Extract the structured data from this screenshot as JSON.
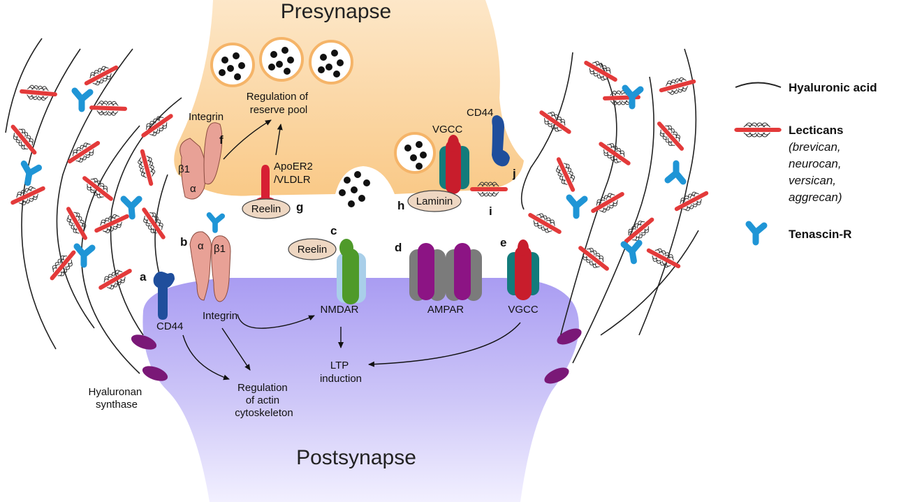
{
  "regions": {
    "presynapse": "Presynapse",
    "postsynapse": "Postsynapse"
  },
  "labels": {
    "regulation_reserve_pool": [
      "Regulation of",
      "reserve pool"
    ],
    "integrin_pre": "Integrin",
    "integrin_post": "Integrin",
    "beta1_pre": "β1",
    "alpha_pre": "α",
    "alpha_post": "α",
    "beta1_post": "β1",
    "apoer2": [
      "ApoER2",
      "/VLDLR"
    ],
    "reelin_pre": "Reelin",
    "reelin_post": "Reelin",
    "laminin": "Laminin",
    "vgcc_pre": "VGCC",
    "vgcc_post": "VGCC",
    "cd44_pre": "CD44",
    "cd44_post": "CD44",
    "nmdar": "NMDAR",
    "ampar": "AMPAR",
    "ltp": [
      "LTP",
      "induction"
    ],
    "actin": [
      "Regulation",
      "of actin",
      "cytoskeleton"
    ],
    "hyaluronan_synthase": [
      "Hyaluronan",
      "synthase"
    ]
  },
  "letters": {
    "a": "a",
    "b": "b",
    "c": "c",
    "d": "d",
    "e": "e",
    "f": "f",
    "g": "g",
    "h": "h",
    "i": "i",
    "j": "j"
  },
  "legend": {
    "hyaluronic_acid": "Hyaluronic acid",
    "lecticans": "Lecticans",
    "lecticans_sub": [
      "(brevican,",
      "neurocan,",
      "versican,",
      "aggrecan)"
    ],
    "tenascin": "Tenascin-R"
  },
  "colors": {
    "presynapse_fill": "#fbd39a",
    "postsynapse_fill": "#b8aef5",
    "lectican": "#e33a3a",
    "tenascin": "#1f95d6",
    "cd44": "#1f4e9c",
    "integrin": "#e8a196",
    "reelin": "#eed7c2",
    "nmdar_core": "#4f9a2a",
    "nmdar_side": "#a9cfe9",
    "ampar_core": "#8c1484",
    "ampar_side": "#7b7b7b",
    "vgcc_core": "#c81d2c",
    "vgcc_side": "#137b7b",
    "synthase": "#7a1877",
    "apoer2": "#d71f33"
  }
}
